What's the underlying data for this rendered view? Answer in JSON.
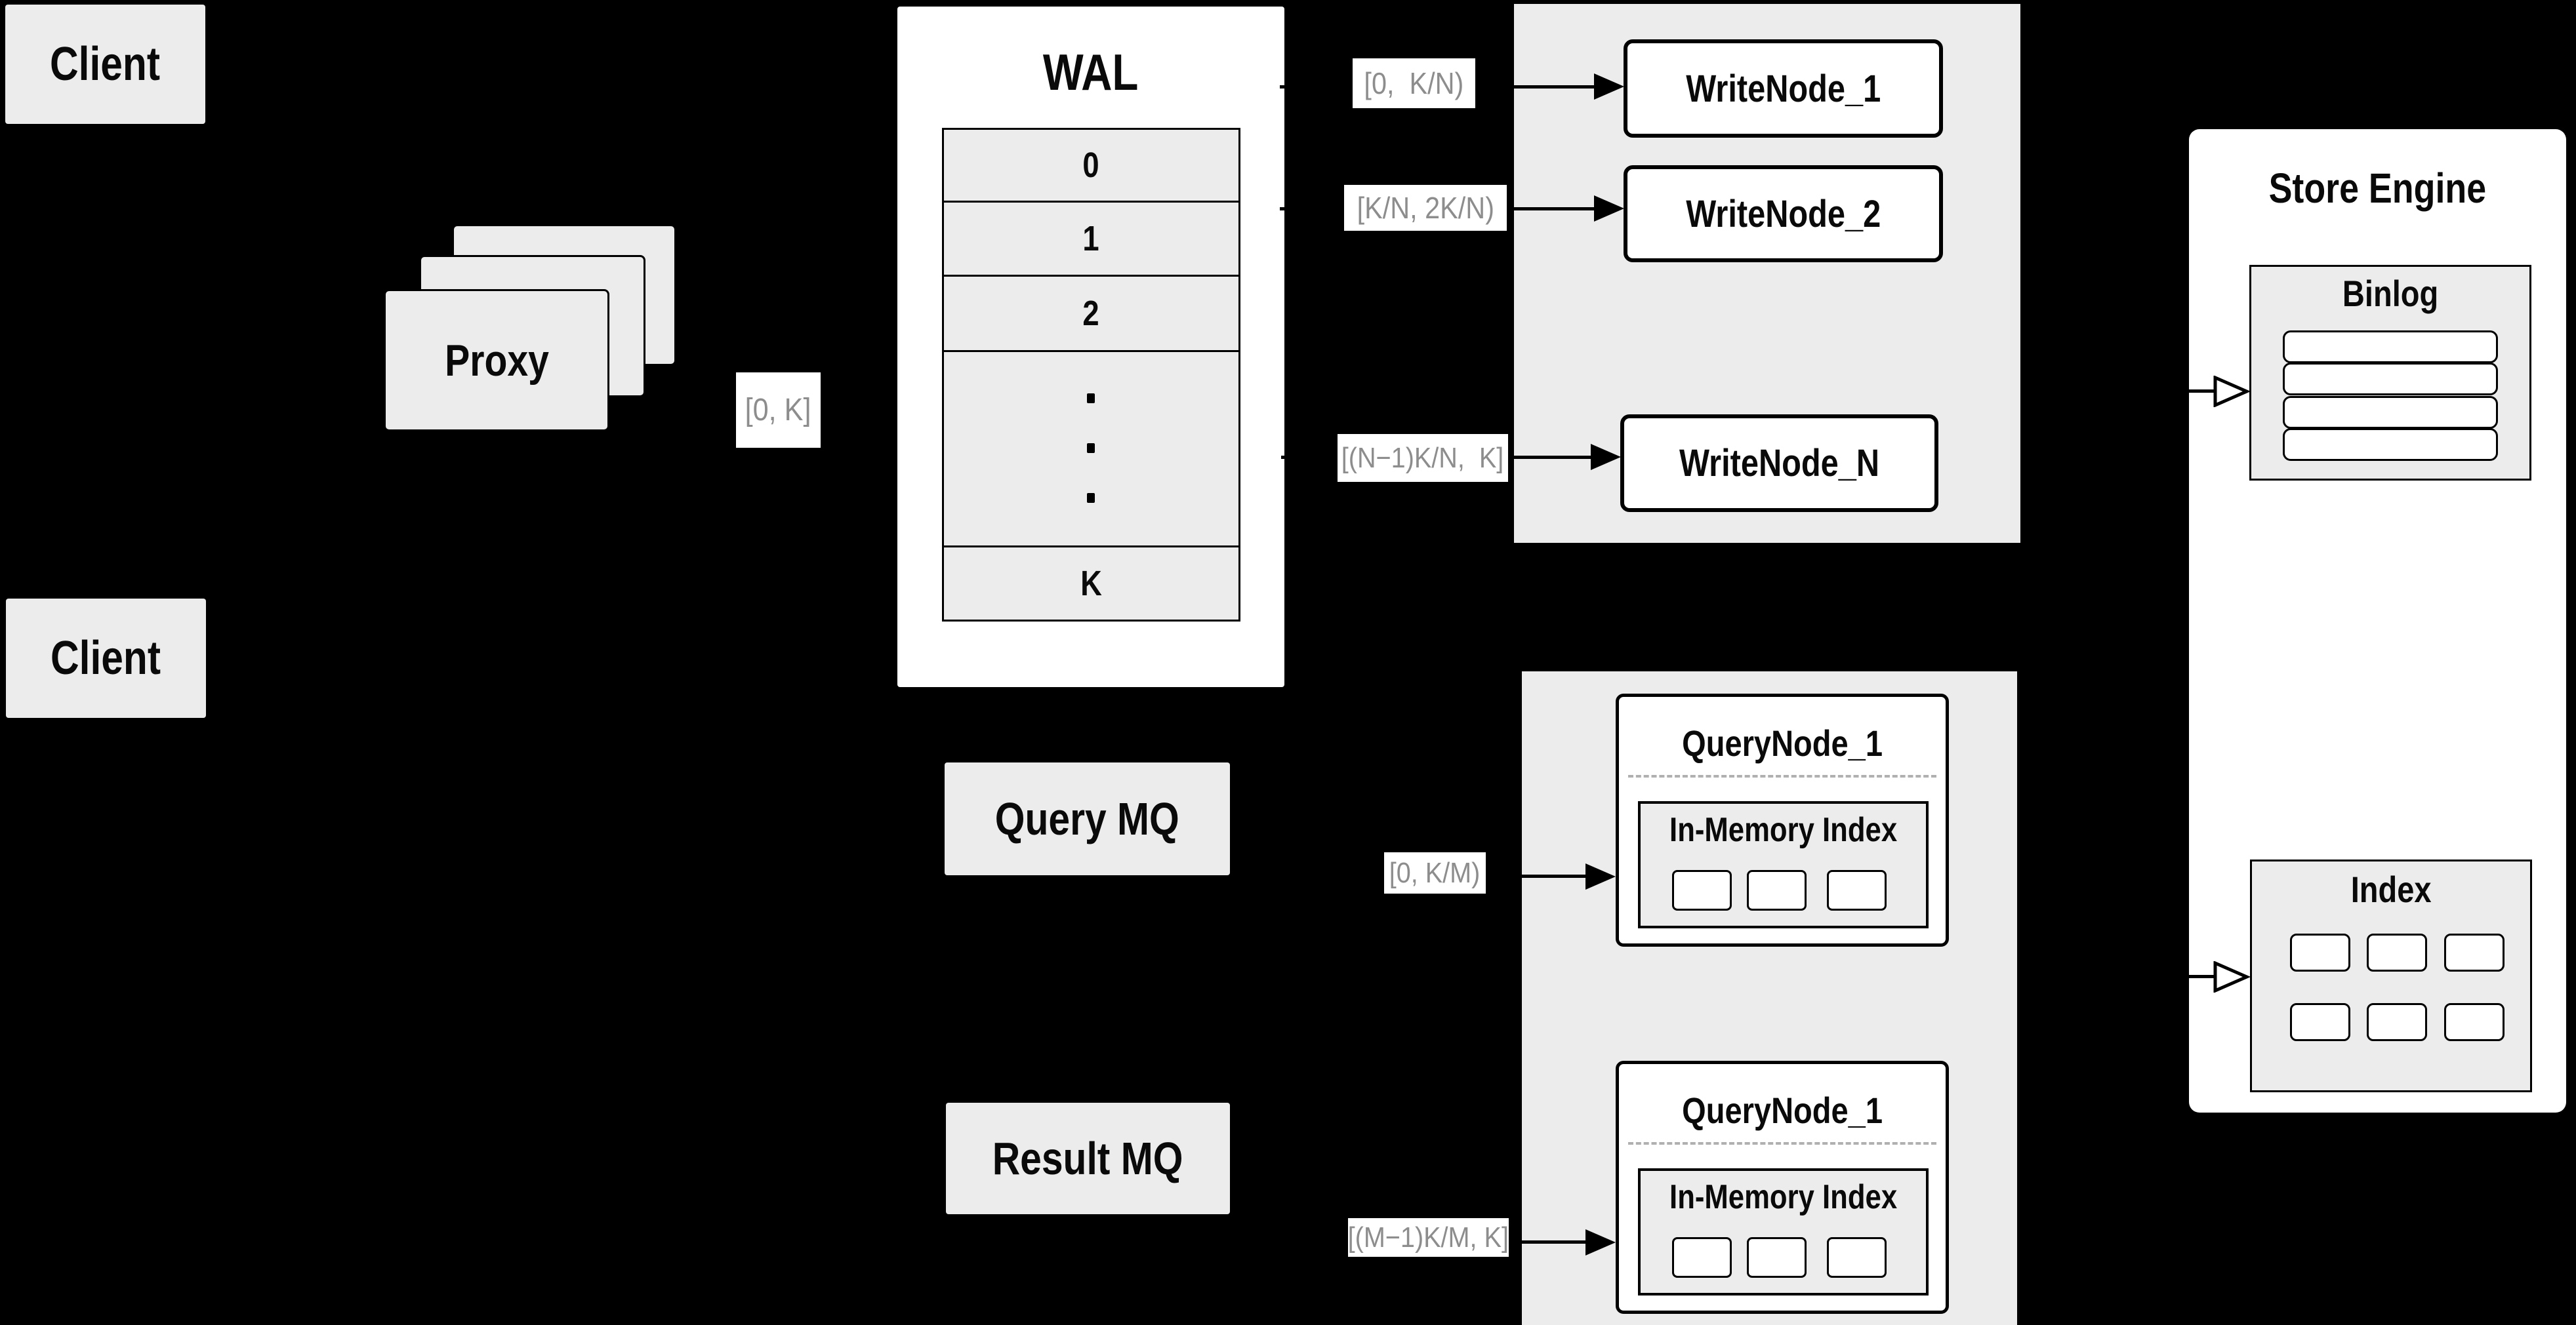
{
  "colors": {
    "background": "#000000",
    "box_fill": "#ececec",
    "node_fill": "#ffffff",
    "line": "#000000",
    "label_text": "#8d8d8d",
    "title_text": "#0a0a0a",
    "dashed_divider": "#b0b0b0"
  },
  "clients": {
    "top": "Client",
    "bottom": "Client"
  },
  "proxy": {
    "label": "Proxy"
  },
  "wal": {
    "title": "WAL",
    "segments": [
      "0",
      "1",
      "2"
    ],
    "last_segment": "K"
  },
  "range_labels": {
    "proxy_to_wal": "[0, K]",
    "wal_to_writenode_1": "[0,  K/N)",
    "wal_to_writenode_2": "[K/N, 2K/N)",
    "wal_to_writenode_n": "[(N−1)K/N,  K]",
    "querymq_to_querynode": "[0, K/M)",
    "resultmq_to_querynode": "[(M−1)K/M, K]"
  },
  "write_nodes": [
    "WriteNode_1",
    "WriteNode_2",
    "WriteNode_N"
  ],
  "message_queues": {
    "query": "Query MQ",
    "result": "Result MQ"
  },
  "query_nodes": {
    "top": {
      "title": "QueryNode_1",
      "inner_title": "In-Memory Index"
    },
    "bottom": {
      "title": "QueryNode_1",
      "inner_title": "In-Memory Index"
    }
  },
  "store_engine": {
    "title": "Store Engine",
    "binlog_title": "Binlog",
    "index_title": "Index"
  }
}
